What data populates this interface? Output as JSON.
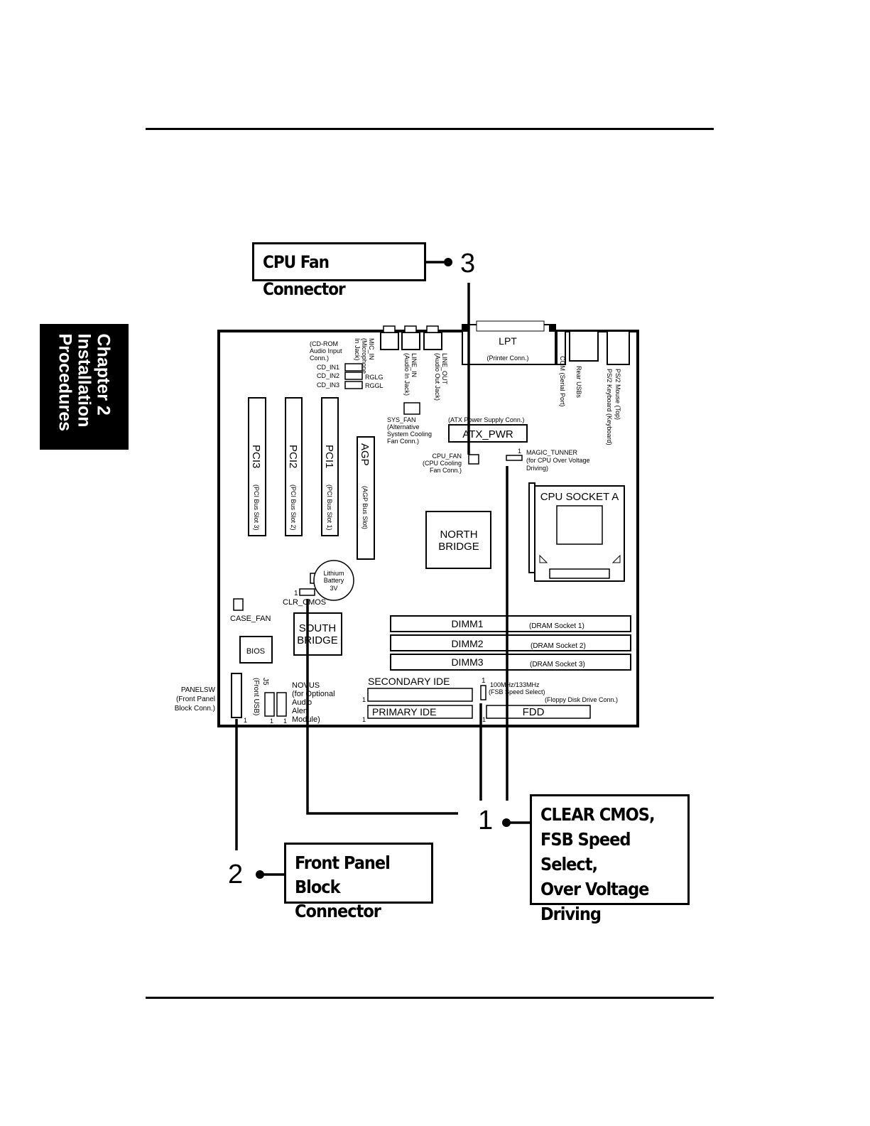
{
  "side_tab": {
    "line1": "Chapter 2",
    "line2": "Installation",
    "line3": "Procedures"
  },
  "callouts": {
    "cpu_fan": {
      "number": "3",
      "text": "CPU Fan Connector"
    },
    "front_panel": {
      "number": "2",
      "lines": [
        "Front Panel",
        "Block Connector"
      ]
    },
    "clear_cmos": {
      "number": "1",
      "lines": [
        "CLEAR CMOS,",
        "FSB Speed Select,",
        "Over Voltage",
        "Driving"
      ]
    }
  },
  "board": {
    "lpt": {
      "label": "LPT",
      "sub": "(Printer Conn.)"
    },
    "com": "COM (Serial Port)",
    "rear_usb": "Rear USBs",
    "ps2": {
      "line1": "PS/2 Mouse (Top)",
      "line2": "PS/2 Keyboard (Keyboard)"
    },
    "mic_in": {
      "line1": "MIC_IN",
      "line2": "(Microphone",
      "line3": "In Jack)"
    },
    "line_in": {
      "line1": "LINE_IN",
      "line2": "(Audio In Jack)"
    },
    "line_out": {
      "line1": "LINE_OUT",
      "line2": "(Audio Out Jack)"
    },
    "cdrom": {
      "line1": "(CD-ROM",
      "line2": "Audio Input",
      "line3": "Conn.)"
    },
    "cd_in1": "CD_IN1",
    "cd_in2": "CD_IN2",
    "cd_in3": "CD_IN3",
    "rglg": "RGLG",
    "rggl": "RGGL",
    "sys_fan": {
      "line1": "SYS_FAN",
      "line2": "(Alternative",
      "line3": "System Cooling",
      "line4": "Fan Conn.)"
    },
    "atx": {
      "caption": "(ATX Power Supply Conn.)",
      "label": "ATX_PWR"
    },
    "cpu_fan": {
      "line1": "CPU_FAN",
      "line2": "(CPU Cooling",
      "line3": "Fan Conn.)"
    },
    "magic": {
      "pin": "1",
      "line1": "MAGIC_TUNNER",
      "line2": "(for CPU Over Voltage",
      "line3": "Driving)"
    },
    "pci3": {
      "label": "PCI3",
      "sub": "(PCI Bus Slot 3)"
    },
    "pci2": {
      "label": "PCI2",
      "sub": "(PCI Bus Slot 2)"
    },
    "pci1": {
      "label": "PCI1",
      "sub": "(PCI Bus Slot 1)"
    },
    "agp": {
      "label": "AGP",
      "sub": "(AGP Bus Slot)"
    },
    "north": {
      "line1": "NORTH",
      "line2": "BRIDGE"
    },
    "cpu_socket": "CPU SOCKET A",
    "battery": {
      "line1": "Lithium",
      "line2": "Battery",
      "line3": "3V"
    },
    "clr_cmos": {
      "pin": "1",
      "label": "CLR_CMOS"
    },
    "case_fan": "CASE_FAN",
    "south": {
      "line1": "SOUTH",
      "line2": "BRIDGE"
    },
    "bios": "BIOS",
    "dimm1": {
      "label": "DIMM1",
      "sub": "(DRAM Socket 1)"
    },
    "dimm2": {
      "label": "DIMM2",
      "sub": "(DRAM Socket 2)"
    },
    "dimm3": {
      "label": "DIMM3",
      "sub": "(DRAM Socket 3)"
    },
    "panelsw": {
      "line1": "PANELSW",
      "line2": "(Front  Panel",
      "line3": "Block Conn.)"
    },
    "j5": {
      "line1": "J5",
      "line2": "(Front USB)"
    },
    "novus": {
      "line1": "NOVUS",
      "line2": "(for Optional",
      "line3": "Audio",
      "line4": "Alert",
      "line5": "Module)"
    },
    "secondary_ide": "SECONDARY IDE",
    "primary_ide": "PRIMARY IDE",
    "fsb": {
      "pin": "1",
      "line1": "100MHz/133MHz",
      "line2": "(FSB Speed Select)"
    },
    "fdd": {
      "label": "FDD",
      "caption": "(Floppy Disk Drive Conn.)"
    },
    "pin_one": "1"
  }
}
